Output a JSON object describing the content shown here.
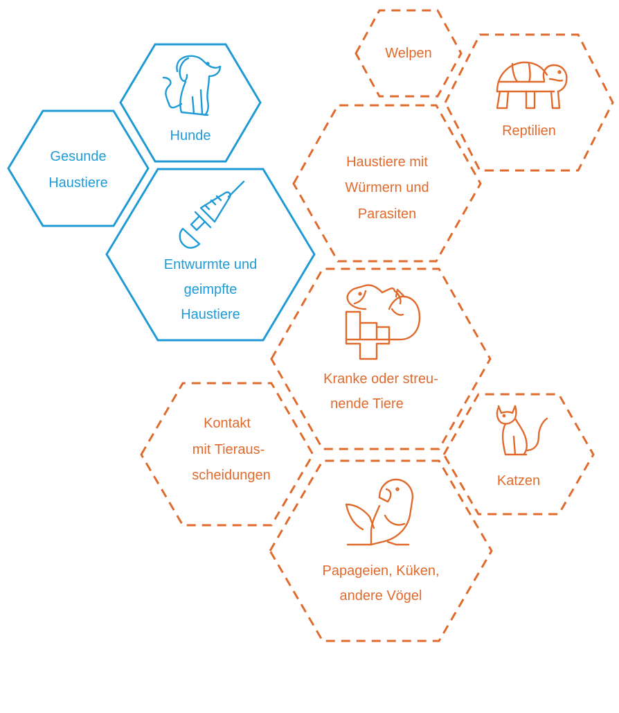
{
  "colors": {
    "safe": "#1e9ad6",
    "risk": "#e06a2c"
  },
  "hexes": {
    "gesunde": {
      "line1": "Gesunde",
      "line2": "Haustiere"
    },
    "hunde": {
      "label": "Hunde",
      "icon": "dog-icon"
    },
    "entwurmte": {
      "line1": "Entwurmte und",
      "line2": "geimpfte",
      "line3": "Haustiere",
      "icon": "syringe-icon"
    },
    "welpen": {
      "label": "Welpen"
    },
    "reptilien": {
      "label": "Reptilien",
      "icon": "turtle-icon"
    },
    "parasiten": {
      "line1": "Haustiere mit",
      "line2": "Würmern und",
      "line3": "Parasiten"
    },
    "kranke": {
      "line1": "Kranke oder streu-",
      "line2": "nende Tiere",
      "icon": "sick-animals-icon"
    },
    "kontakt": {
      "line1": "Kontakt",
      "line2": "mit Tieraus-",
      "line3": "scheidungen"
    },
    "katzen": {
      "label": "Katzen",
      "icon": "cat-icon"
    },
    "voegel": {
      "line1": "Papageien, Küken,",
      "line2": "andere Vögel",
      "icon": "parrot-icon"
    }
  }
}
